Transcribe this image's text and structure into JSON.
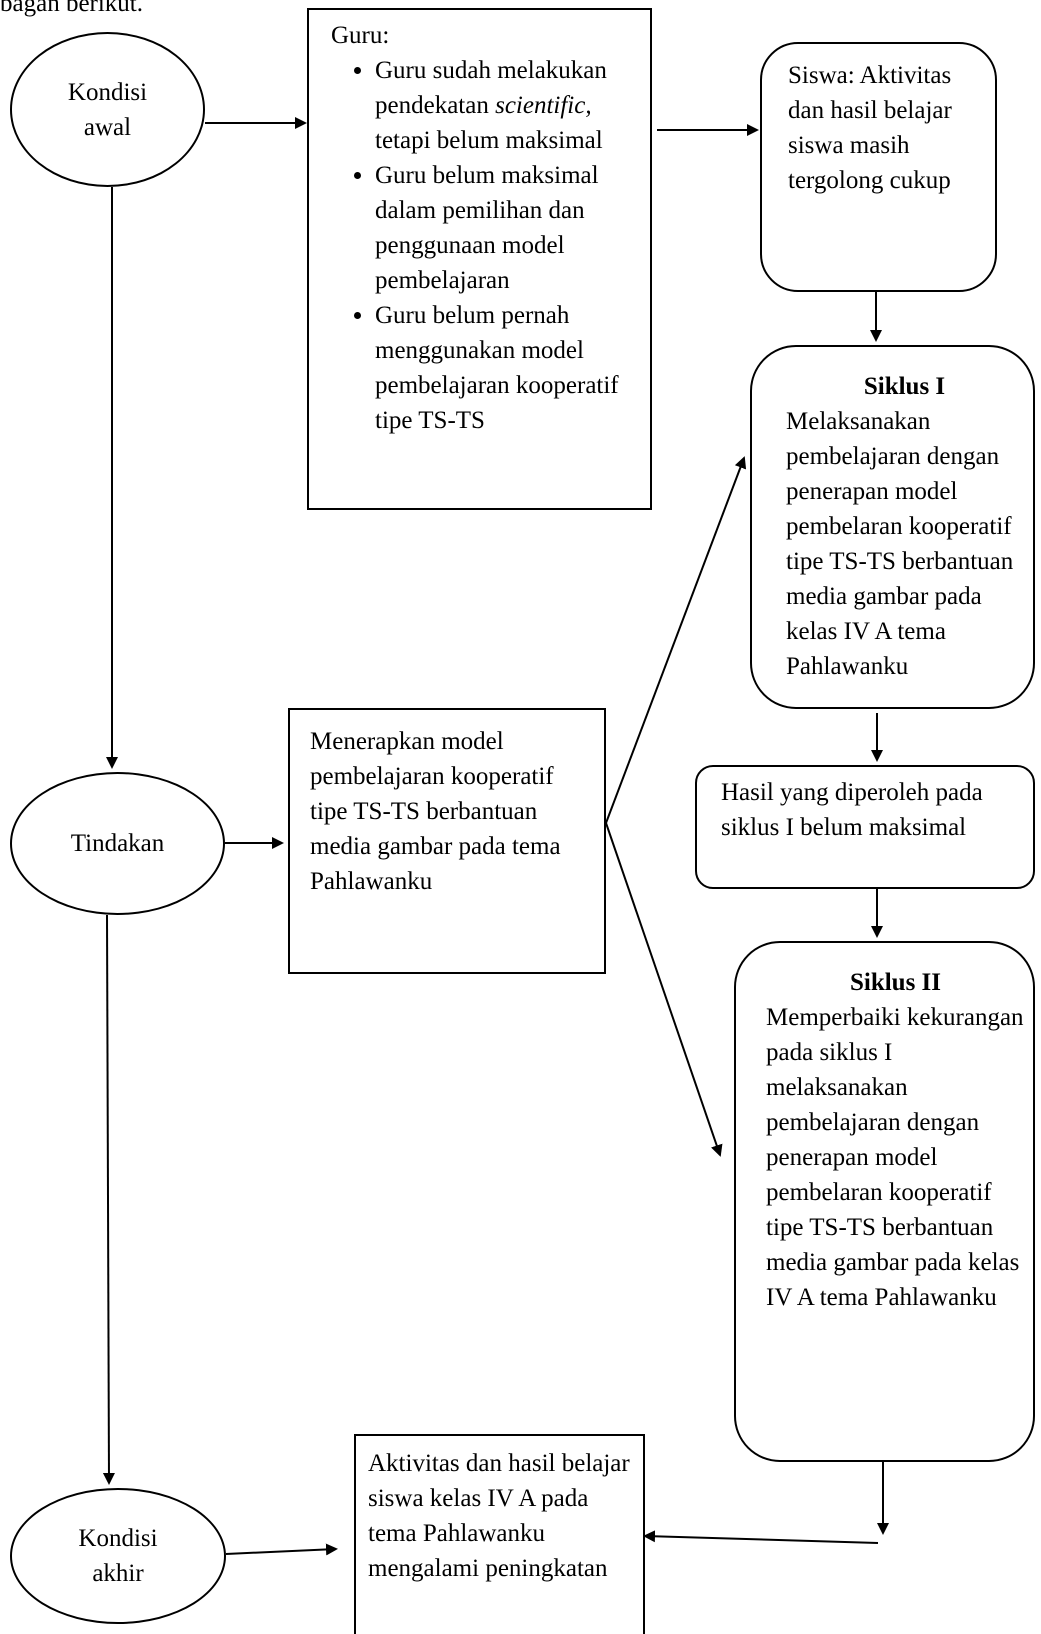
{
  "top_text": "bagan berikut.",
  "nodes": {
    "kondisi_awal": "Kondisi awal",
    "tindakan": "Tindakan",
    "kondisi_akhir": "Kondisi akhir",
    "guru": {
      "heading": "Guru:",
      "items": [
        "Guru sudah melakukan pendekatan ",
        "Guru belum maksimal dalam pemilihan dan penggunaan model pembelajaran",
        "Guru belum pernah menggunakan model pembelajaran kooperatif tipe TS-TS"
      ],
      "item1_italic": "scientific,",
      "item1_rest": " tetapi belum maksimal"
    },
    "siswa": "Siswa: Aktivitas dan hasil belajar siswa masih tergolong cukup",
    "siklus1": {
      "title": "Siklus I",
      "body": "Melaksanakan pembelajaran dengan penerapan model pembelaran kooperatif tipe TS-TS berbantuan media gambar pada kelas IV A tema Pahlawanku"
    },
    "menerapkan": "Menerapkan model pembelajaran kooperatif tipe TS-TS berbantuan media gambar pada tema Pahlawanku",
    "hasil": "Hasil yang diperoleh pada siklus I belum maksimal",
    "siklus2": {
      "title": "Siklus II",
      "body": "Memperbaiki kekurangan pada siklus I melaksanakan pembelajaran dengan penerapan model pembelaran kooperatif tipe TS-TS berbantuan media gambar pada kelas IV A tema Pahlawanku"
    },
    "aktivitas": "Aktivitas dan hasil belajar siswa kelas IV A pada tema Pahlawanku mengalami peningkatan"
  }
}
